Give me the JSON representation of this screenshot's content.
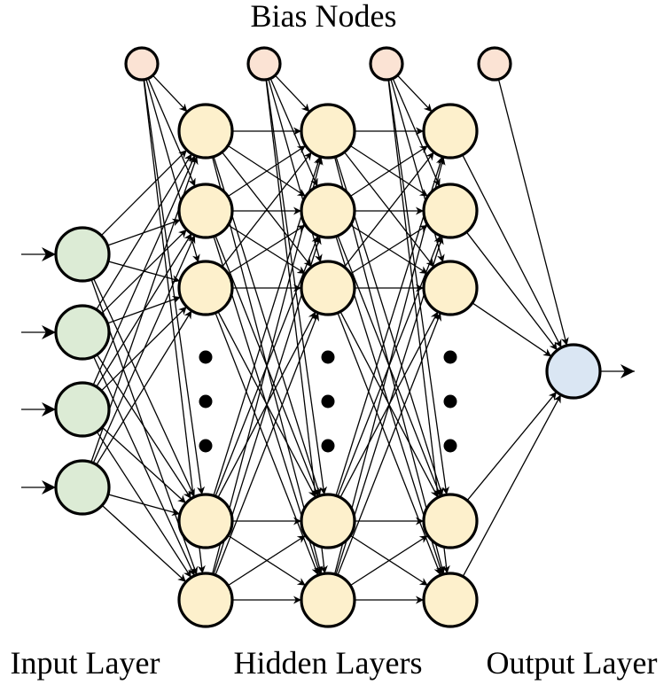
{
  "labels": {
    "bias_nodes": "Bias Nodes",
    "input_layer": "Input Layer",
    "hidden_layers": "Hidden Layers",
    "output_layer": "Output Layer"
  },
  "structure": {
    "input_nodes": 4,
    "hidden_layers": 3,
    "hidden_visible_nodes_per_layer": 5,
    "hidden_ellipsis_dots": 3,
    "bias_nodes": 4,
    "output_nodes": 1
  },
  "colors": {
    "input_fill": "#dcebd5",
    "hidden_fill": "#fdf0cc",
    "bias_fill": "#fbe3d4",
    "output_fill": "#dae6f3",
    "stroke": "#000000"
  }
}
